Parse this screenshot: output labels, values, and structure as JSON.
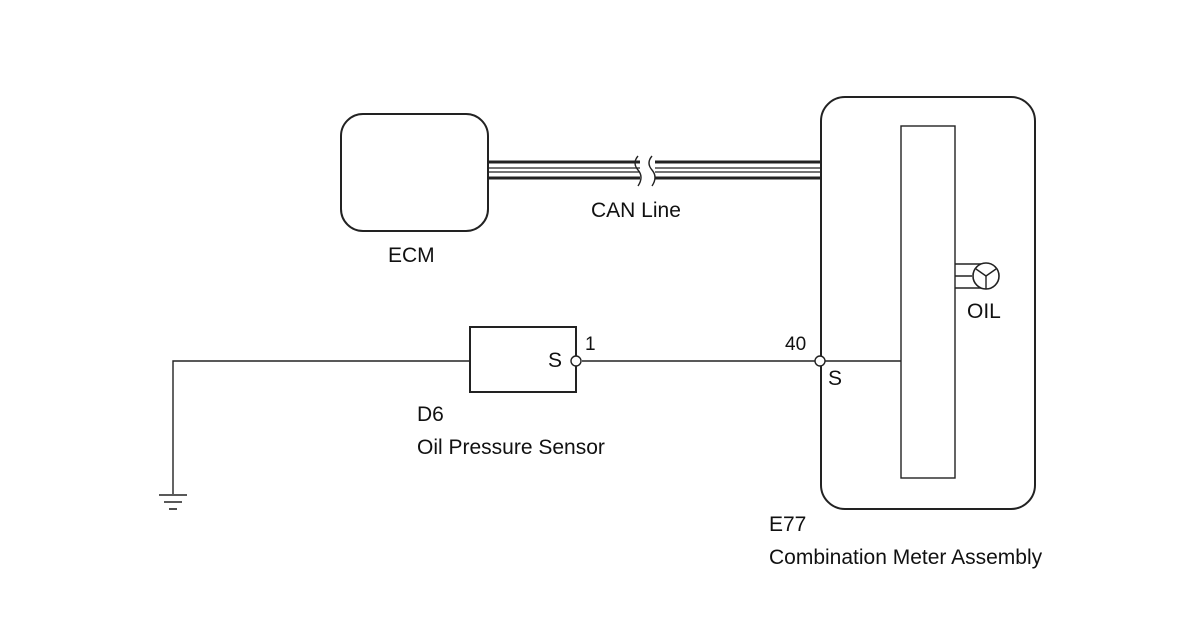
{
  "components": {
    "ecm": {
      "label": "ECM"
    },
    "can_line": {
      "label": "CAN Line"
    },
    "sensor": {
      "code": "D6",
      "name": "Oil Pressure Sensor",
      "terminal_name": "S",
      "pin_number": "1"
    },
    "meter": {
      "code": "E77",
      "name": "Combination Meter Assembly",
      "terminal_name": "S",
      "pin_number": "40",
      "warning_light_label": "OIL"
    }
  },
  "colors": {
    "line": "#222222",
    "background": "#ffffff"
  },
  "icons": {
    "ground": "ground-symbol-icon",
    "warning_lamp": "oil-warning-lamp-icon",
    "terminal": "connector-terminal-icon",
    "wire_break": "wire-break-icon"
  }
}
